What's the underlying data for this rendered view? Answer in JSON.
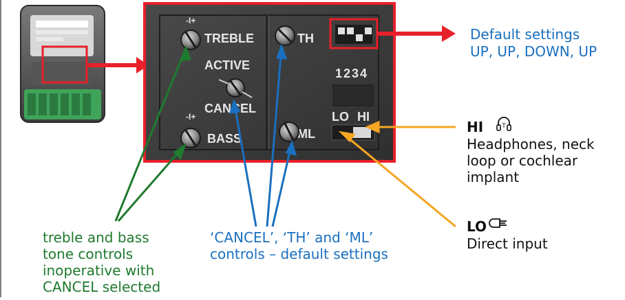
{
  "panel": {
    "treble_label": "TREBLE",
    "active_label": "ACTIVE",
    "cancel_label": "CANCEL",
    "bass_label": "BASS",
    "th_label": "TH",
    "ml_label": "ML",
    "switch_numbers": "1234",
    "lo_label": "LO",
    "hi_label": "HI",
    "plus_minus": "-I+"
  },
  "annotations": {
    "default_title": "Default settings",
    "default_values": "UP, UP, DOWN, UP",
    "hi_title": "HI",
    "hi_line1": "Headphones, neck",
    "hi_line2": "loop or cochlear",
    "hi_line3": "implant",
    "lo_title": "LO",
    "lo_desc": "Direct input",
    "tone_line1": "treble and bass",
    "tone_line2": "tone controls",
    "tone_line3": "inoperative with",
    "tone_line4": "CANCEL selected",
    "cancel_line1": "‘CANCEL’, ‘TH’ and ‘ML’",
    "cancel_line2": "controls – default settings"
  },
  "colors": {
    "red": "#e8202a",
    "blue": "#1a6fbf",
    "green": "#1f7a2e",
    "orange": "#f5a623",
    "panel": "#3b3b3b"
  },
  "icons": {
    "hi": "headphones-icon",
    "lo": "direct-input-plug-icon"
  }
}
